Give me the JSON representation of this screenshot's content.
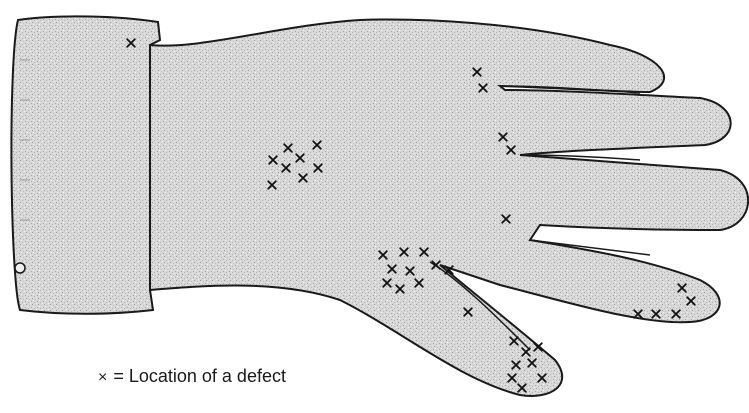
{
  "legend": {
    "symbol": "×",
    "text": "= Location of a defect"
  },
  "defect_groups": [
    {
      "region": "cuff",
      "count": 1
    },
    {
      "region": "back-of-hand",
      "count": 8
    },
    {
      "region": "index-finger-base",
      "count": 2
    },
    {
      "region": "middle-finger-base",
      "count": 2
    },
    {
      "region": "knuckle-area",
      "count": 10
    },
    {
      "region": "palm-right",
      "count": 1
    },
    {
      "region": "ring-finger",
      "count": 5
    },
    {
      "region": "thumb",
      "count": 9
    }
  ],
  "colors": {
    "glove_fill": "#d6d6d6",
    "outline": "#1a1a1a",
    "marker": "#111111"
  }
}
